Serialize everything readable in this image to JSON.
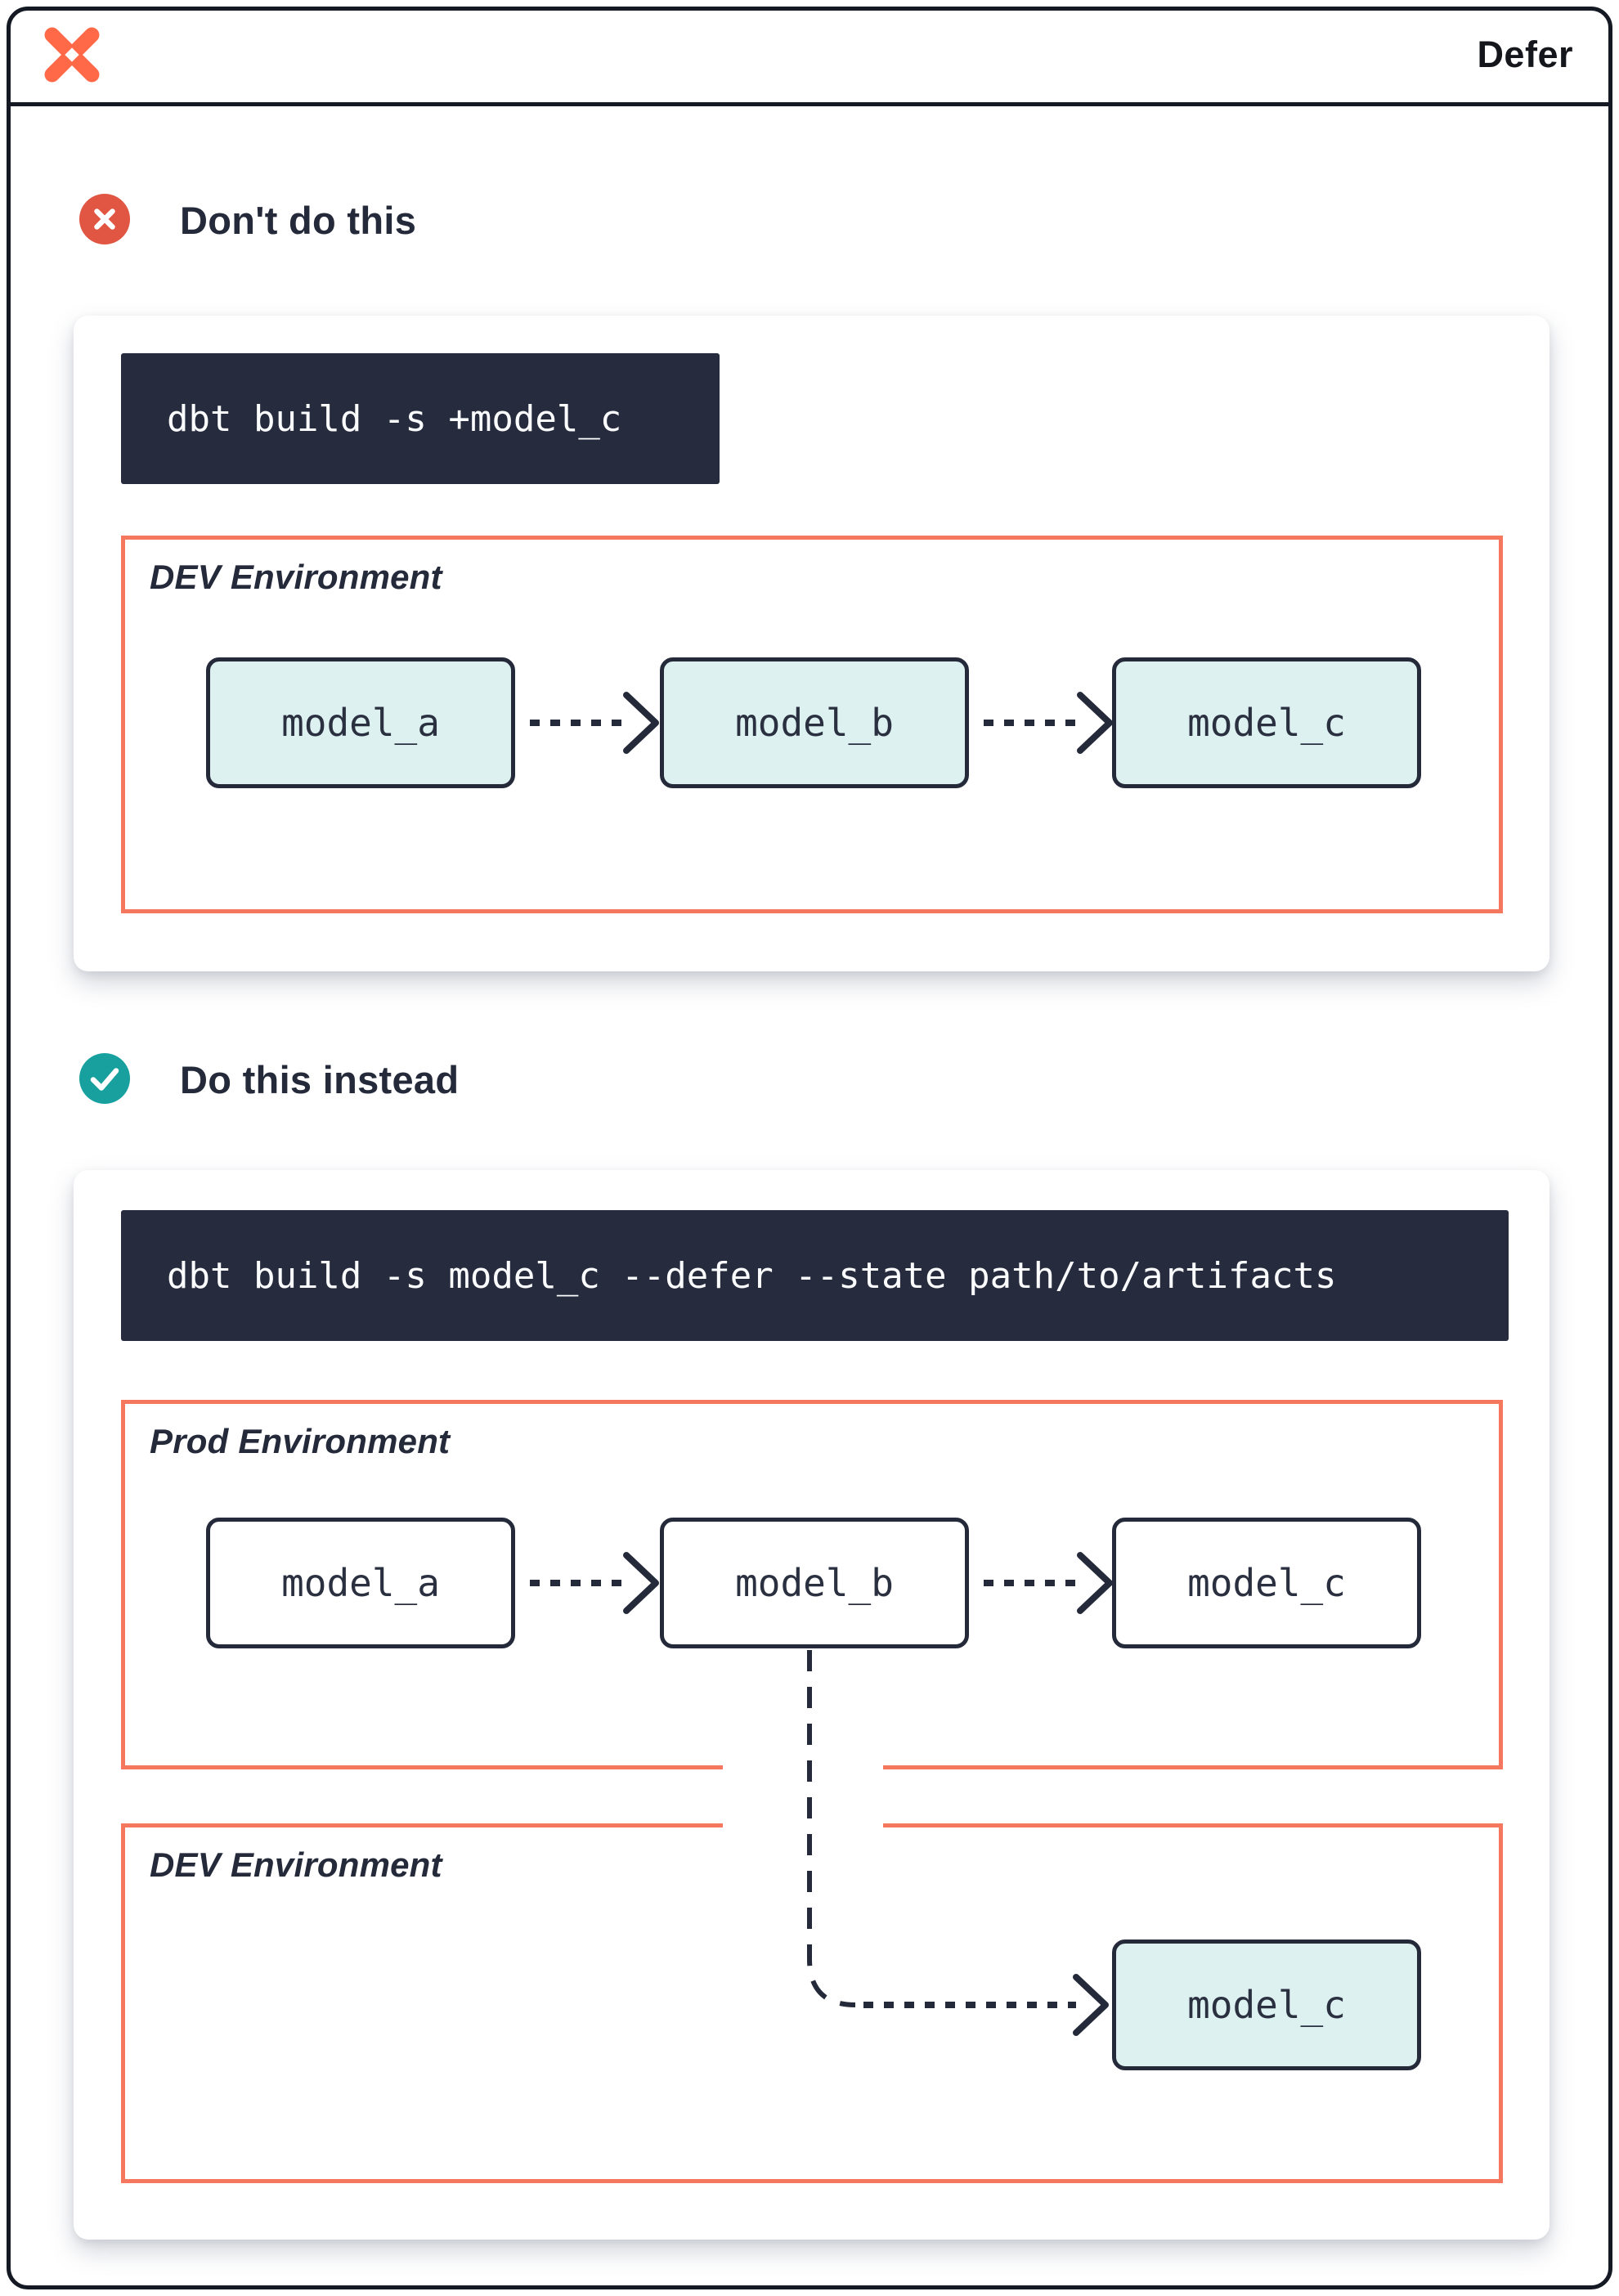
{
  "header": {
    "logo_icon": "dbt-logo-icon",
    "title": "Defer"
  },
  "sections": [
    {
      "badge_icon": "x-circle-icon",
      "heading": "Don't do this",
      "command": "dbt build -s +model_c",
      "environments": [
        {
          "label": "DEV Environment",
          "models": [
            "model_a",
            "model_b",
            "model_c"
          ],
          "model_style": "highlighted",
          "edges": [
            "model_a→model_b",
            "model_b→model_c"
          ]
        }
      ]
    },
    {
      "badge_icon": "check-circle-icon",
      "heading": "Do this instead",
      "command": "dbt build -s model_c --defer --state path/to/artifacts",
      "environments": [
        {
          "label": "Prod Environment",
          "models": [
            "model_a",
            "model_b",
            "model_c"
          ],
          "model_style": "plain",
          "edges": [
            "model_a→model_b",
            "model_b→model_c"
          ]
        },
        {
          "label": "DEV Environment",
          "models": [
            "model_c"
          ],
          "model_style": "highlighted",
          "edges": []
        }
      ],
      "cross_environment_edge": "Prod.model_b→DEV.model_c"
    }
  ],
  "colors": {
    "ink": "#242a3a",
    "frame": "#151923",
    "code_background": "#262b3d",
    "environment_border": "#f5775d",
    "logo_orange": "#ff6947",
    "error_red": "#e15643",
    "success_teal": "#17a09e",
    "model_highlight_fill": "#dcf1f0"
  }
}
